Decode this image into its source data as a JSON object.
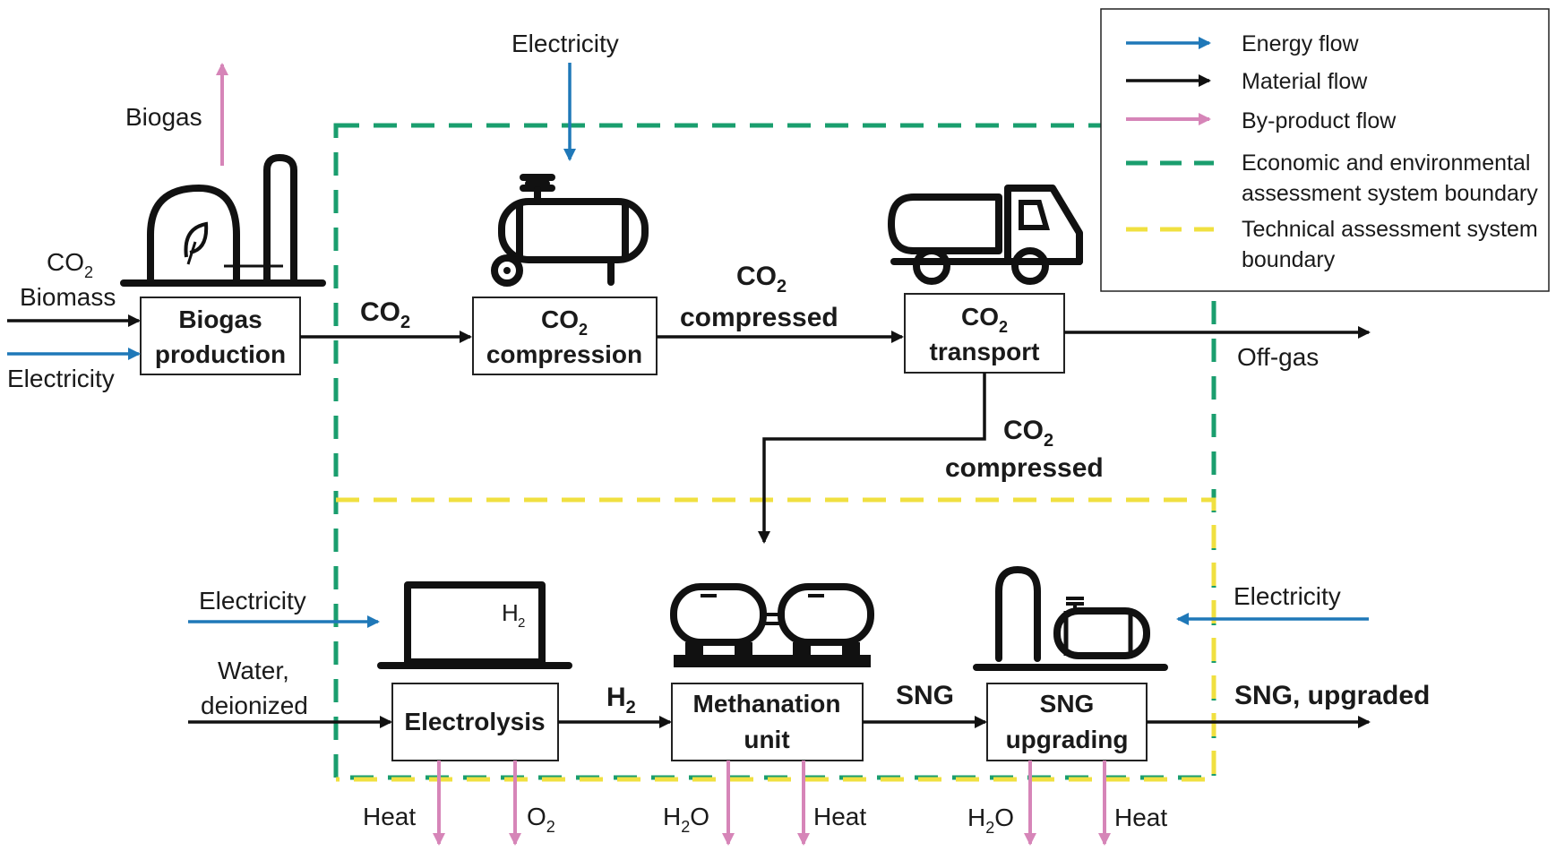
{
  "processes": {
    "biogas": "Biogas production",
    "compression_top": "CO",
    "compression_bottom": "compression",
    "transport_top": "CO",
    "transport_bottom": "transport",
    "electrolysis": "Electrolysis",
    "methanation_top": "Methanation",
    "methanation_bottom": "unit",
    "upgrading_top": "SNG",
    "upgrading_bottom": "upgrading"
  },
  "flows": {
    "biogas_out": "Biogas",
    "co2_in": "CO",
    "biomass_in": "Biomass",
    "elec_biogas": "Electricity",
    "co2_1": "CO",
    "elec_top": "Electricity",
    "co2_compressed_1_a": "CO",
    "co2_compressed_1_b": "compressed",
    "offgas": "Off-gas",
    "co2_compressed_2_a": "CO",
    "co2_compressed_2_b": "compressed",
    "elec_electrolysis": "Electricity",
    "water_a": "Water,",
    "water_b": "deionized",
    "h2": "H",
    "sng": "SNG",
    "elec_upgrading": "Electricity",
    "sng_upgraded": "SNG, upgraded",
    "heat_1": "Heat",
    "o2": "O",
    "h2o_1": "H",
    "h2o_1_tail": "O",
    "heat_2": "Heat",
    "h2o_2": "H",
    "h2o_2_tail": "O",
    "heat_3": "Heat",
    "sub2": "2"
  },
  "legend": {
    "energy": "Energy flow",
    "material": "Material flow",
    "byproduct": "By-product flow",
    "econ_a": "Economic and environmental",
    "econ_b": "assessment system boundary",
    "tech_a": "Technical assessment system",
    "tech_b": "boundary"
  },
  "colors": {
    "energy": "#1f78b8",
    "material": "#111111",
    "byproduct": "#d685b8",
    "econ_boundary": "#1a9e6e",
    "tech_boundary": "#f0e040"
  }
}
